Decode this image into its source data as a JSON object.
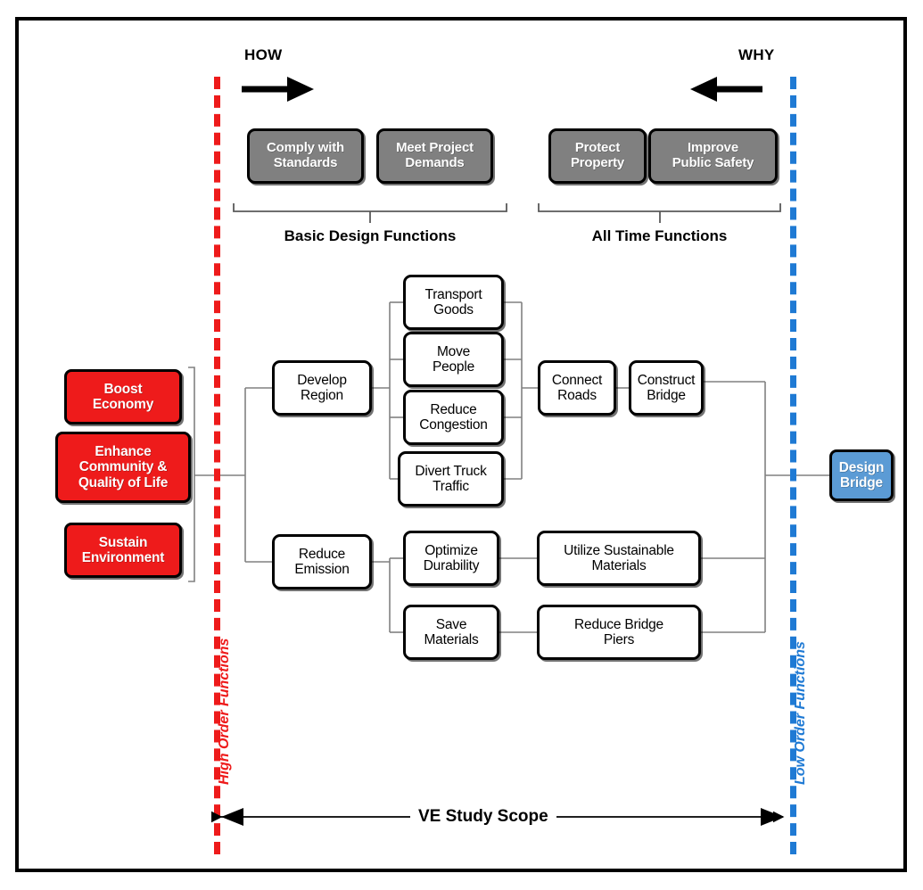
{
  "diagram": {
    "title": "FAST Diagram - Bridge Design Value Engineering",
    "type": "fast-diagram",
    "colors": {
      "high_order_red": "#ee1b1b",
      "low_order_blue": "#1f7ad4",
      "basic_function_gray": "#808080",
      "design_bridge_blue": "#5b9bd5",
      "connector_gray": "#808080",
      "frame_black": "#000000"
    }
  },
  "direction_labels": {
    "how": "HOW",
    "why": "WHY"
  },
  "group_labels": {
    "basic_design_functions": "Basic Design Functions",
    "all_time_functions": "All  Time Functions"
  },
  "scope_labels": {
    "high_order": "High Order Functions",
    "low_order": "Low Order Functions",
    "ve_study_scope": "VE Study Scope"
  },
  "basic_design_functions": [
    {
      "id": "comply-with-standards",
      "label": "Comply with\nStandards"
    },
    {
      "id": "meet-project-demands",
      "label": "Meet Project\nDemands"
    }
  ],
  "all_time_functions": [
    {
      "id": "protect-property",
      "label": "Protect\nProperty"
    },
    {
      "id": "improve-public-safety",
      "label": "Improve\nPublic Safety"
    }
  ],
  "high_order_functions": [
    {
      "id": "boost-economy",
      "label": "Boost\nEconomy"
    },
    {
      "id": "enhance-community",
      "label": "Enhance\nCommunity &\nQuality of Life"
    },
    {
      "id": "sustain-environment",
      "label": "Sustain\nEnvironment"
    }
  ],
  "functions": [
    {
      "id": "develop-region",
      "label": "Develop\nRegion"
    },
    {
      "id": "transport-goods",
      "label": "Transport\nGoods"
    },
    {
      "id": "move-people",
      "label": "Move\nPeople"
    },
    {
      "id": "reduce-congestion",
      "label": "Reduce\nCongestion"
    },
    {
      "id": "divert-truck-traffic",
      "label": "Divert Truck\nTraffic"
    },
    {
      "id": "connect-roads",
      "label": "Connect\nRoads"
    },
    {
      "id": "construct-bridge",
      "label": "Construct\nBridge"
    },
    {
      "id": "reduce-emission",
      "label": "Reduce\nEmission"
    },
    {
      "id": "optimize-durability",
      "label": "Optimize\nDurability"
    },
    {
      "id": "save-materials",
      "label": "Save\nMaterials"
    },
    {
      "id": "utilize-sustainable-materials",
      "label": "Utilize Sustainable\nMaterials"
    },
    {
      "id": "reduce-bridge-piers",
      "label": "Reduce Bridge\nPiers"
    }
  ],
  "low_order_function": {
    "id": "design-bridge",
    "label": "Design\nBridge"
  }
}
